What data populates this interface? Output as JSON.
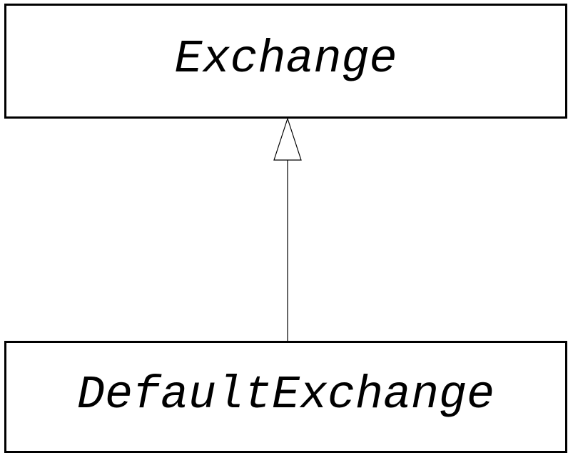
{
  "diagram": {
    "title": "class-inheritance-diagram",
    "nodes": [
      {
        "id": "exchange",
        "label": "Exchange",
        "text_style": "italic"
      },
      {
        "id": "default_exchange",
        "label": "DefaultExchange",
        "text_style": "italic"
      }
    ],
    "edges": [
      {
        "from": "default_exchange",
        "to": "exchange",
        "type": "generalization",
        "arrowhead": "hollow-triangle"
      }
    ],
    "colors": {
      "background": "#ffffff",
      "line": "#000000",
      "box_fill": "#ffffff",
      "text": "#000000"
    }
  }
}
